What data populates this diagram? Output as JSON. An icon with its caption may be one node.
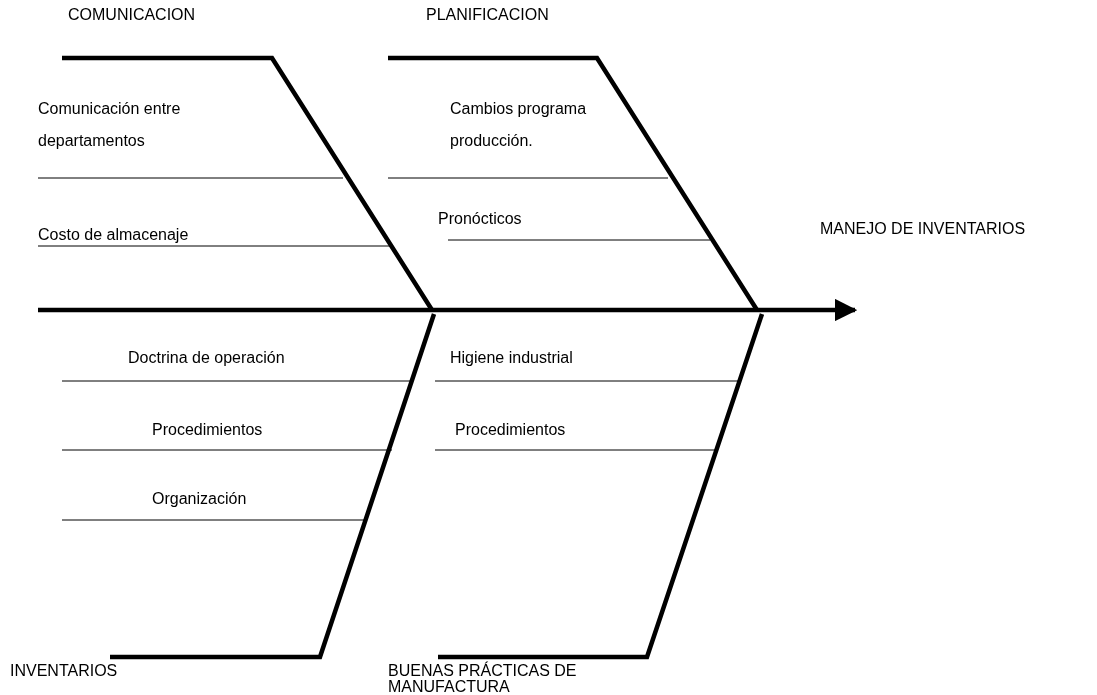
{
  "diagram": {
    "nodes": [
      {
        "text": [
          "COMUNICACION"
        ]
      },
      {
        "text": [
          "PLANIFICACION"
        ]
      },
      {
        "text": [
          "MANEJO DE INVENTARIOS"
        ]
      },
      {
        "text": [
          "INVENTARIOS"
        ]
      },
      {
        "text": [
          "BUENAS PRÁCTICAS DE MANUFACTURA"
        ]
      }
    ],
    "edges": [
      {
        "from": 0,
        "to": null,
        "arrow": "none"
      },
      {
        "from": 1,
        "to": null,
        "arrow": "none"
      },
      {
        "from": null,
        "to": 2,
        "arrow": "to"
      },
      {
        "from": 3,
        "to": null,
        "arrow": "none"
      },
      {
        "from": 4,
        "to": null,
        "arrow": "none"
      }
    ],
    "labels": [
      "Comunicación entre departamentos",
      "Cambios programa producción.",
      "Pronócticos",
      "Costo de almacenaje",
      "Doctrina de operación",
      "Higiene industrial",
      "Procedimientos",
      "Procedimientos",
      "Organización"
    ]
  }
}
